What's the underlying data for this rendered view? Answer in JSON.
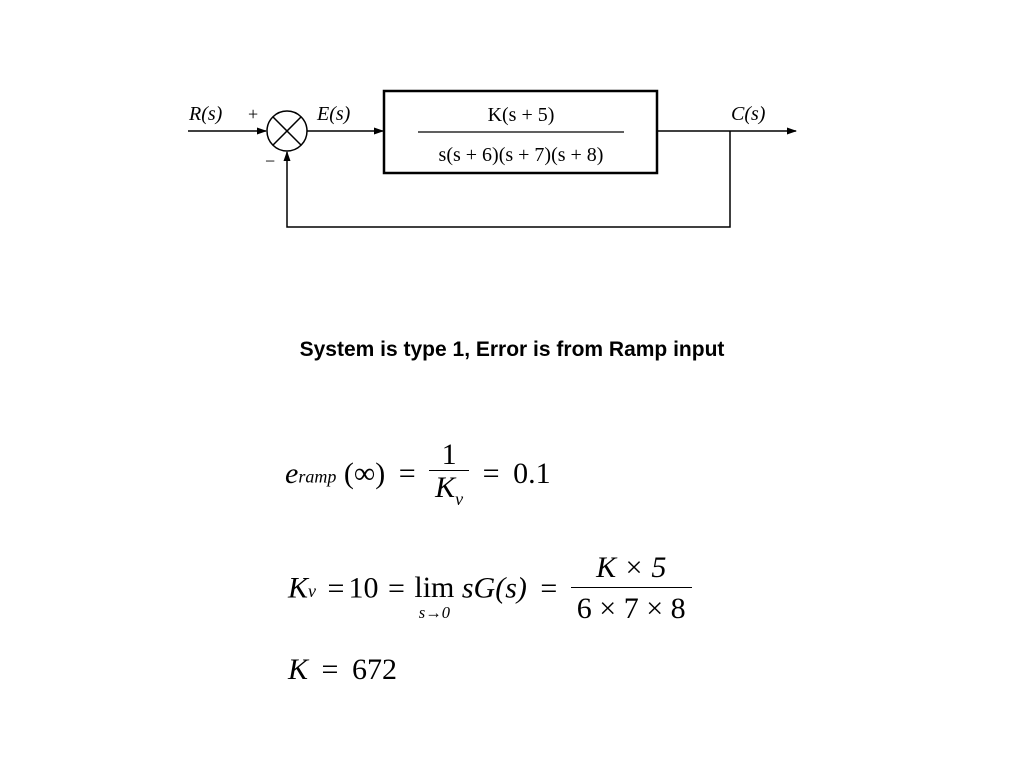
{
  "diagram": {
    "input_label": "R(s)",
    "plus_sign": "+",
    "minus_sign": "−",
    "error_label": "E(s)",
    "tf_numerator": "K(s + 5)",
    "tf_denominator": "s(s + 6)(s + 7)(s + 8)",
    "output_label": "C(s)"
  },
  "subtitle": "System is type 1, Error is from Ramp input",
  "equations": {
    "eq1": {
      "lhs_var": "e",
      "lhs_sub": "ramp",
      "lhs_arg": "(∞)",
      "eq_sign": "=",
      "frac_num": "1",
      "frac_den_var": "K",
      "frac_den_sub": "v",
      "eq_sign_2": "=",
      "result": "0.1"
    },
    "eq2": {
      "lhs_var": "K",
      "lhs_sub": "v",
      "eq_sign": "=",
      "value": "10",
      "eq_sign_2": "=",
      "lim": "lim",
      "lim_sub": "s→0",
      "expr": "sG(s)",
      "eq_sign_3": "=",
      "frac_num": "K × 5",
      "frac_den": "6 × 7 × 8"
    },
    "eq3": {
      "lhs_var": "K",
      "eq_sign": "=",
      "value": "672"
    }
  }
}
